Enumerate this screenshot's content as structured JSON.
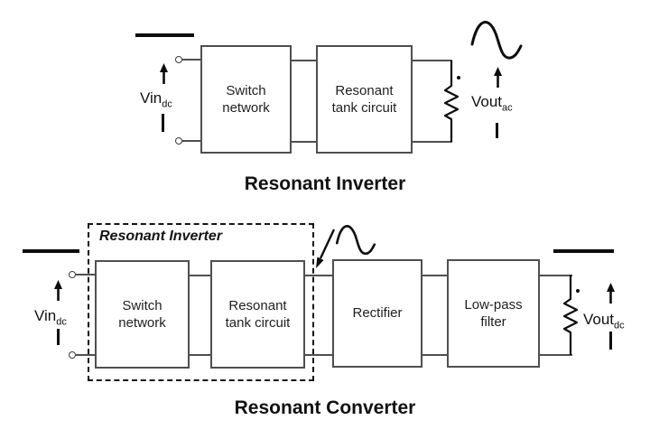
{
  "colors": {
    "background": "#ffffff",
    "box_border": "#4f4f4f",
    "line_art": "#0d0d0d",
    "text": "#1a1a1a"
  },
  "top": {
    "title": "Resonant Inverter",
    "switch_block": {
      "line1": "Switch",
      "line2": "network"
    },
    "tank_block": {
      "line1": "Resonant",
      "line2": "tank circuit"
    },
    "vin": {
      "base": "Vin",
      "sub": "dc"
    },
    "vout": {
      "base": "Vout",
      "sub": "ac"
    }
  },
  "bottom": {
    "title": "Resonant Converter",
    "group_label": "Resonant Inverter",
    "switch_block": {
      "line1": "Switch",
      "line2": "network"
    },
    "tank_block": {
      "line1": "Resonant",
      "line2": "tank circuit"
    },
    "rectifier_block": {
      "line1": "Rectifier"
    },
    "filter_block": {
      "line1": "Low-pass",
      "line2": "filter"
    },
    "vin": {
      "base": "Vin",
      "sub": "dc"
    },
    "vout": {
      "base": "Vout",
      "sub": "dc"
    }
  }
}
